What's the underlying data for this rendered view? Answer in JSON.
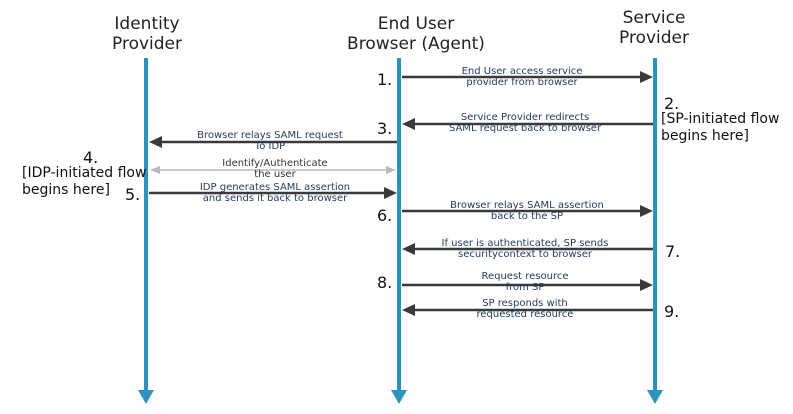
{
  "participants": {
    "idp": {
      "line1": "Identity",
      "line2": "Provider"
    },
    "browser": {
      "line1": "End User",
      "line2": "Browser (Agent)"
    },
    "sp": {
      "line1": "Service",
      "line2": "Provider"
    }
  },
  "step_numbers": {
    "s1": "1.",
    "s2": "2.",
    "s3": "3.",
    "s4": "4.",
    "s5": "5.",
    "s6": "6.",
    "s7": "7.",
    "s8": "8.",
    "s9": "9."
  },
  "notes": {
    "sp_initiated": {
      "line1": "[SP-initiated flow",
      "line2": "begins here]"
    },
    "idp_initiated": {
      "line1": "[IDP-initiated flow",
      "line2": "begins here]"
    }
  },
  "messages": {
    "m1": {
      "line1": "End User access service",
      "line2": "provider from browser"
    },
    "m2": {
      "line1": "Service Provider redirects",
      "line2": "SAML request back to browser"
    },
    "m3": {
      "line1": "Browser relays SAML request",
      "line2": "To IDP"
    },
    "m4": {
      "line1": "Identify/Authenticate",
      "line2": "the user"
    },
    "m5": {
      "line1": "IDP generates SAML assertion",
      "line2": "and sends it back to browser"
    },
    "m6": {
      "line1": "Browser relays SAML assertion",
      "line2": "back to the SP"
    },
    "m7": {
      "line1": "If user is authenticated, SP sends",
      "line2": "securitycontext to browser"
    },
    "m8": {
      "line1": "Request resource",
      "line2": "from SP"
    },
    "m9": {
      "line1": "SP responds with",
      "line2": "requested resource"
    }
  },
  "colors": {
    "lifeline": "#2a94bf",
    "arrow": "#3a3a3a",
    "arrow_light": "#b9b9b9"
  }
}
